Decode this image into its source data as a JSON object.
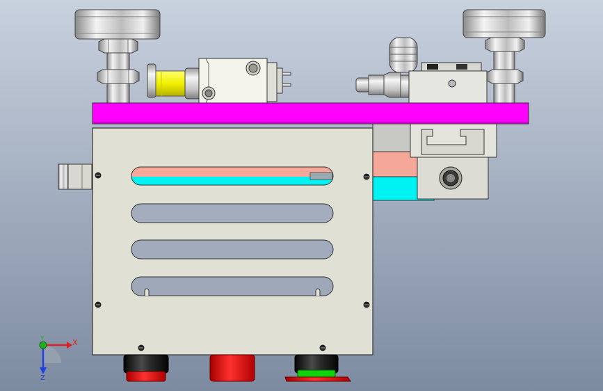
{
  "viewport": {
    "background_top": "#c7d0dd",
    "background_bottom": "#7c8aa0"
  },
  "colors": {
    "mount_plate": "#ff00ff",
    "housing": "#e0e0d4",
    "housing_edge": "#3a3a3a",
    "slot_upper": "#f5a89a",
    "slot_lower": "#00f2f2",
    "coil_yellow": "#f0f000",
    "button_black": "#151515",
    "button_red": "#e01010",
    "button_green": "#10d010",
    "metal": "#c8c8c8"
  },
  "triad": {
    "x_label": "X",
    "y_label": "Y",
    "z_label": "Z",
    "x_color": "#e02020",
    "y_color": "#20b020",
    "z_color": "#2040e0"
  }
}
